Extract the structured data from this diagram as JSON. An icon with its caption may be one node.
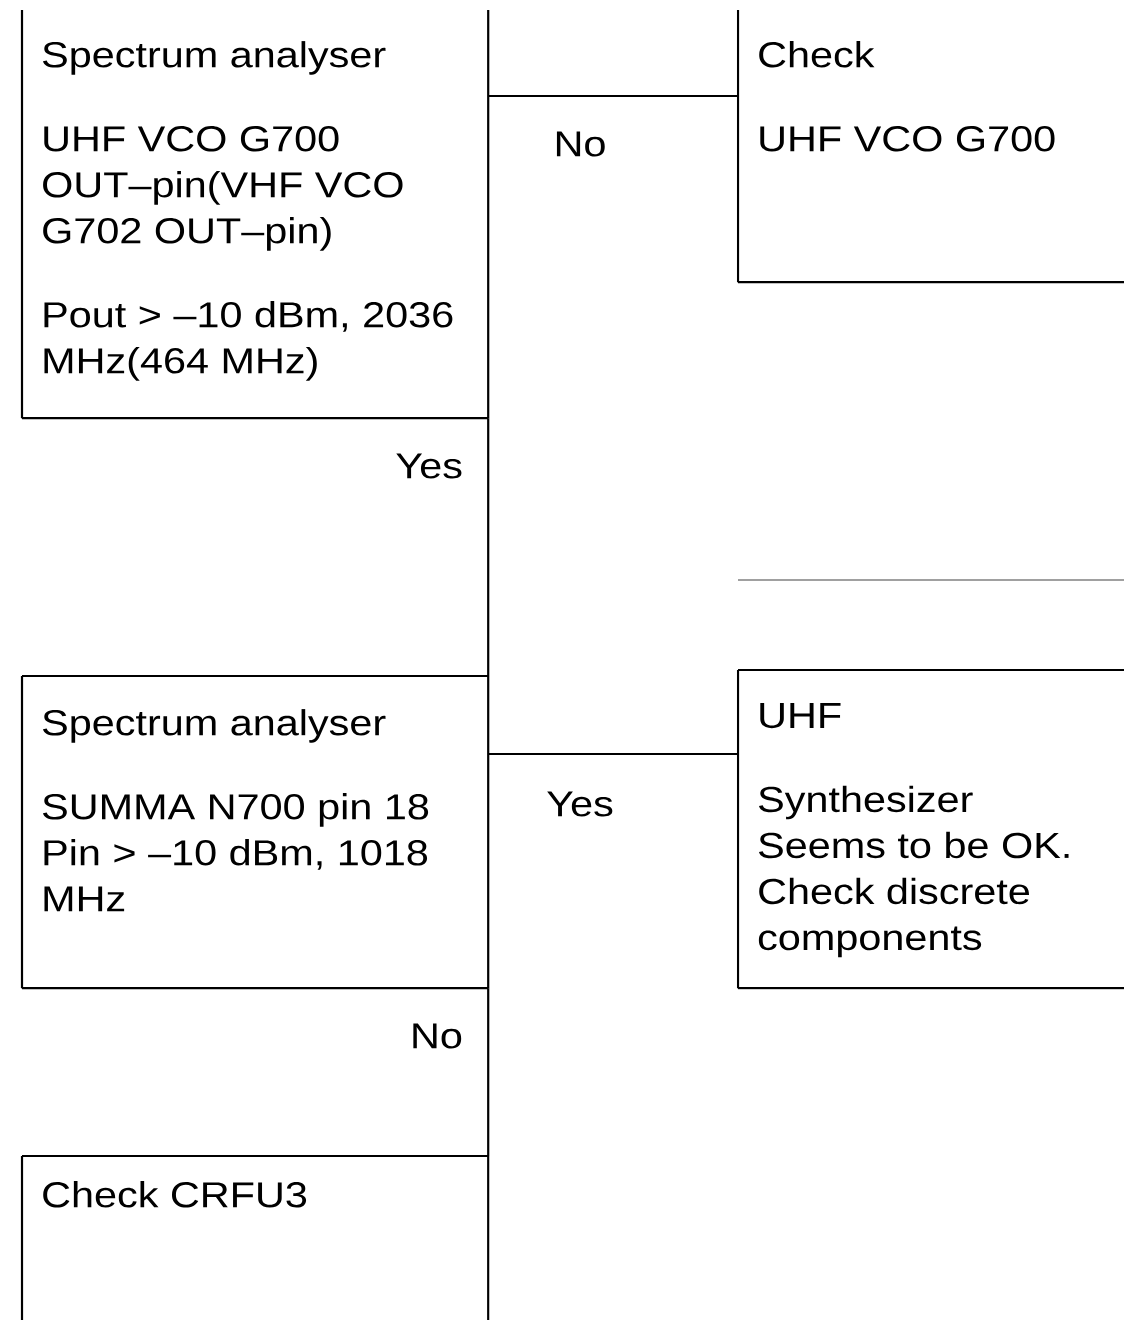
{
  "diagram": {
    "nodes": [
      {
        "text": [
          "Spectrum analyser",
          "UHF VCO G700 OUT–pin(VHF VCO G702 OUT–pin)",
          "Pout > –10 dBm, 2036 MHz(464 MHz)"
        ]
      },
      {
        "text": [
          "Check",
          "UHF VCO G700"
        ]
      },
      {
        "text": [
          "Spectrum analyser",
          "SUMMA N700 pin 18 Pin > –10 dBm, 1018 MHz"
        ]
      },
      {
        "text": [
          "UHF",
          "Synthesizer Seems to be OK. Check discrete components"
        ]
      },
      {
        "text": [
          "Check CRFU3"
        ]
      }
    ],
    "edges": [
      {
        "from": 0,
        "to": 1,
        "arrow": "none",
        "label": "No"
      },
      {
        "from": 0,
        "to": 2,
        "arrow": "none",
        "label": "Yes"
      },
      {
        "from": 2,
        "to": 3,
        "arrow": "none",
        "label": "Yes"
      },
      {
        "from": 2,
        "to": 4,
        "arrow": "none",
        "label": "No"
      }
    ]
  }
}
